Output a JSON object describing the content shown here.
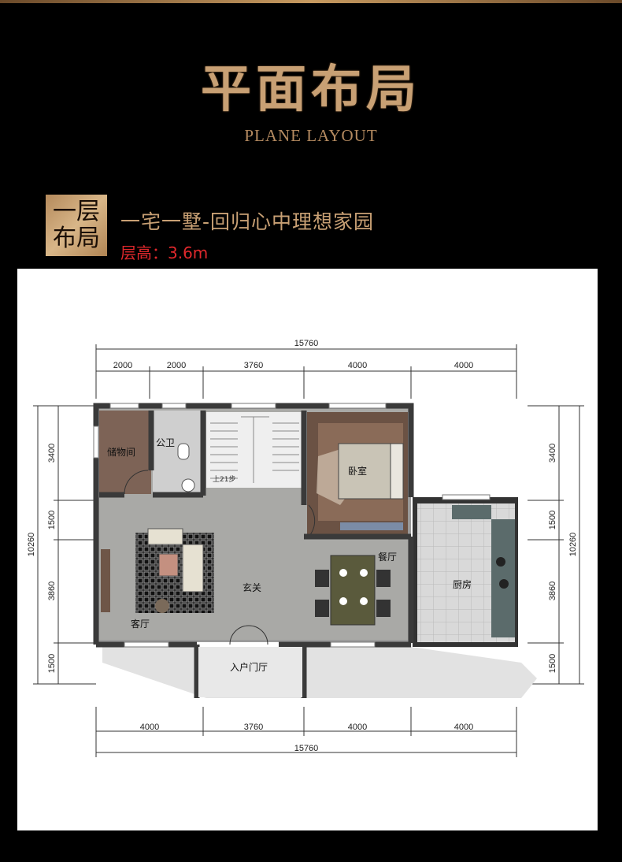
{
  "header": {
    "title": "平面布局",
    "subtitle": "PLANE LAYOUT"
  },
  "section": {
    "badge_line1": "一层",
    "badge_line2": "布局",
    "headline": "一宅一墅-回归心中理想家园",
    "floor_height": "层高：3.6m"
  },
  "plan": {
    "total_width": "15760",
    "top_dims": [
      "2000",
      "2000",
      "3760",
      "4000",
      "4000"
    ],
    "bottom_dims": [
      "4000",
      "3760",
      "4000",
      "4000"
    ],
    "left_dims": [
      "3400",
      "1500",
      "3860",
      "1500"
    ],
    "right_dims": [
      "3400",
      "1500",
      "3860",
      "1500"
    ],
    "total_depth": "10260",
    "rooms": {
      "storage": "储物间",
      "toilet": "公卫",
      "bedroom": "卧室",
      "living": "客厅",
      "foyer": "玄关",
      "dining": "餐厅",
      "kitchen": "厨房",
      "entrance": "入户门厅"
    },
    "stair_mark": "上21步"
  },
  "colors": {
    "accent_gold": "#c8a074",
    "floor_height_red": "#e0282c"
  }
}
